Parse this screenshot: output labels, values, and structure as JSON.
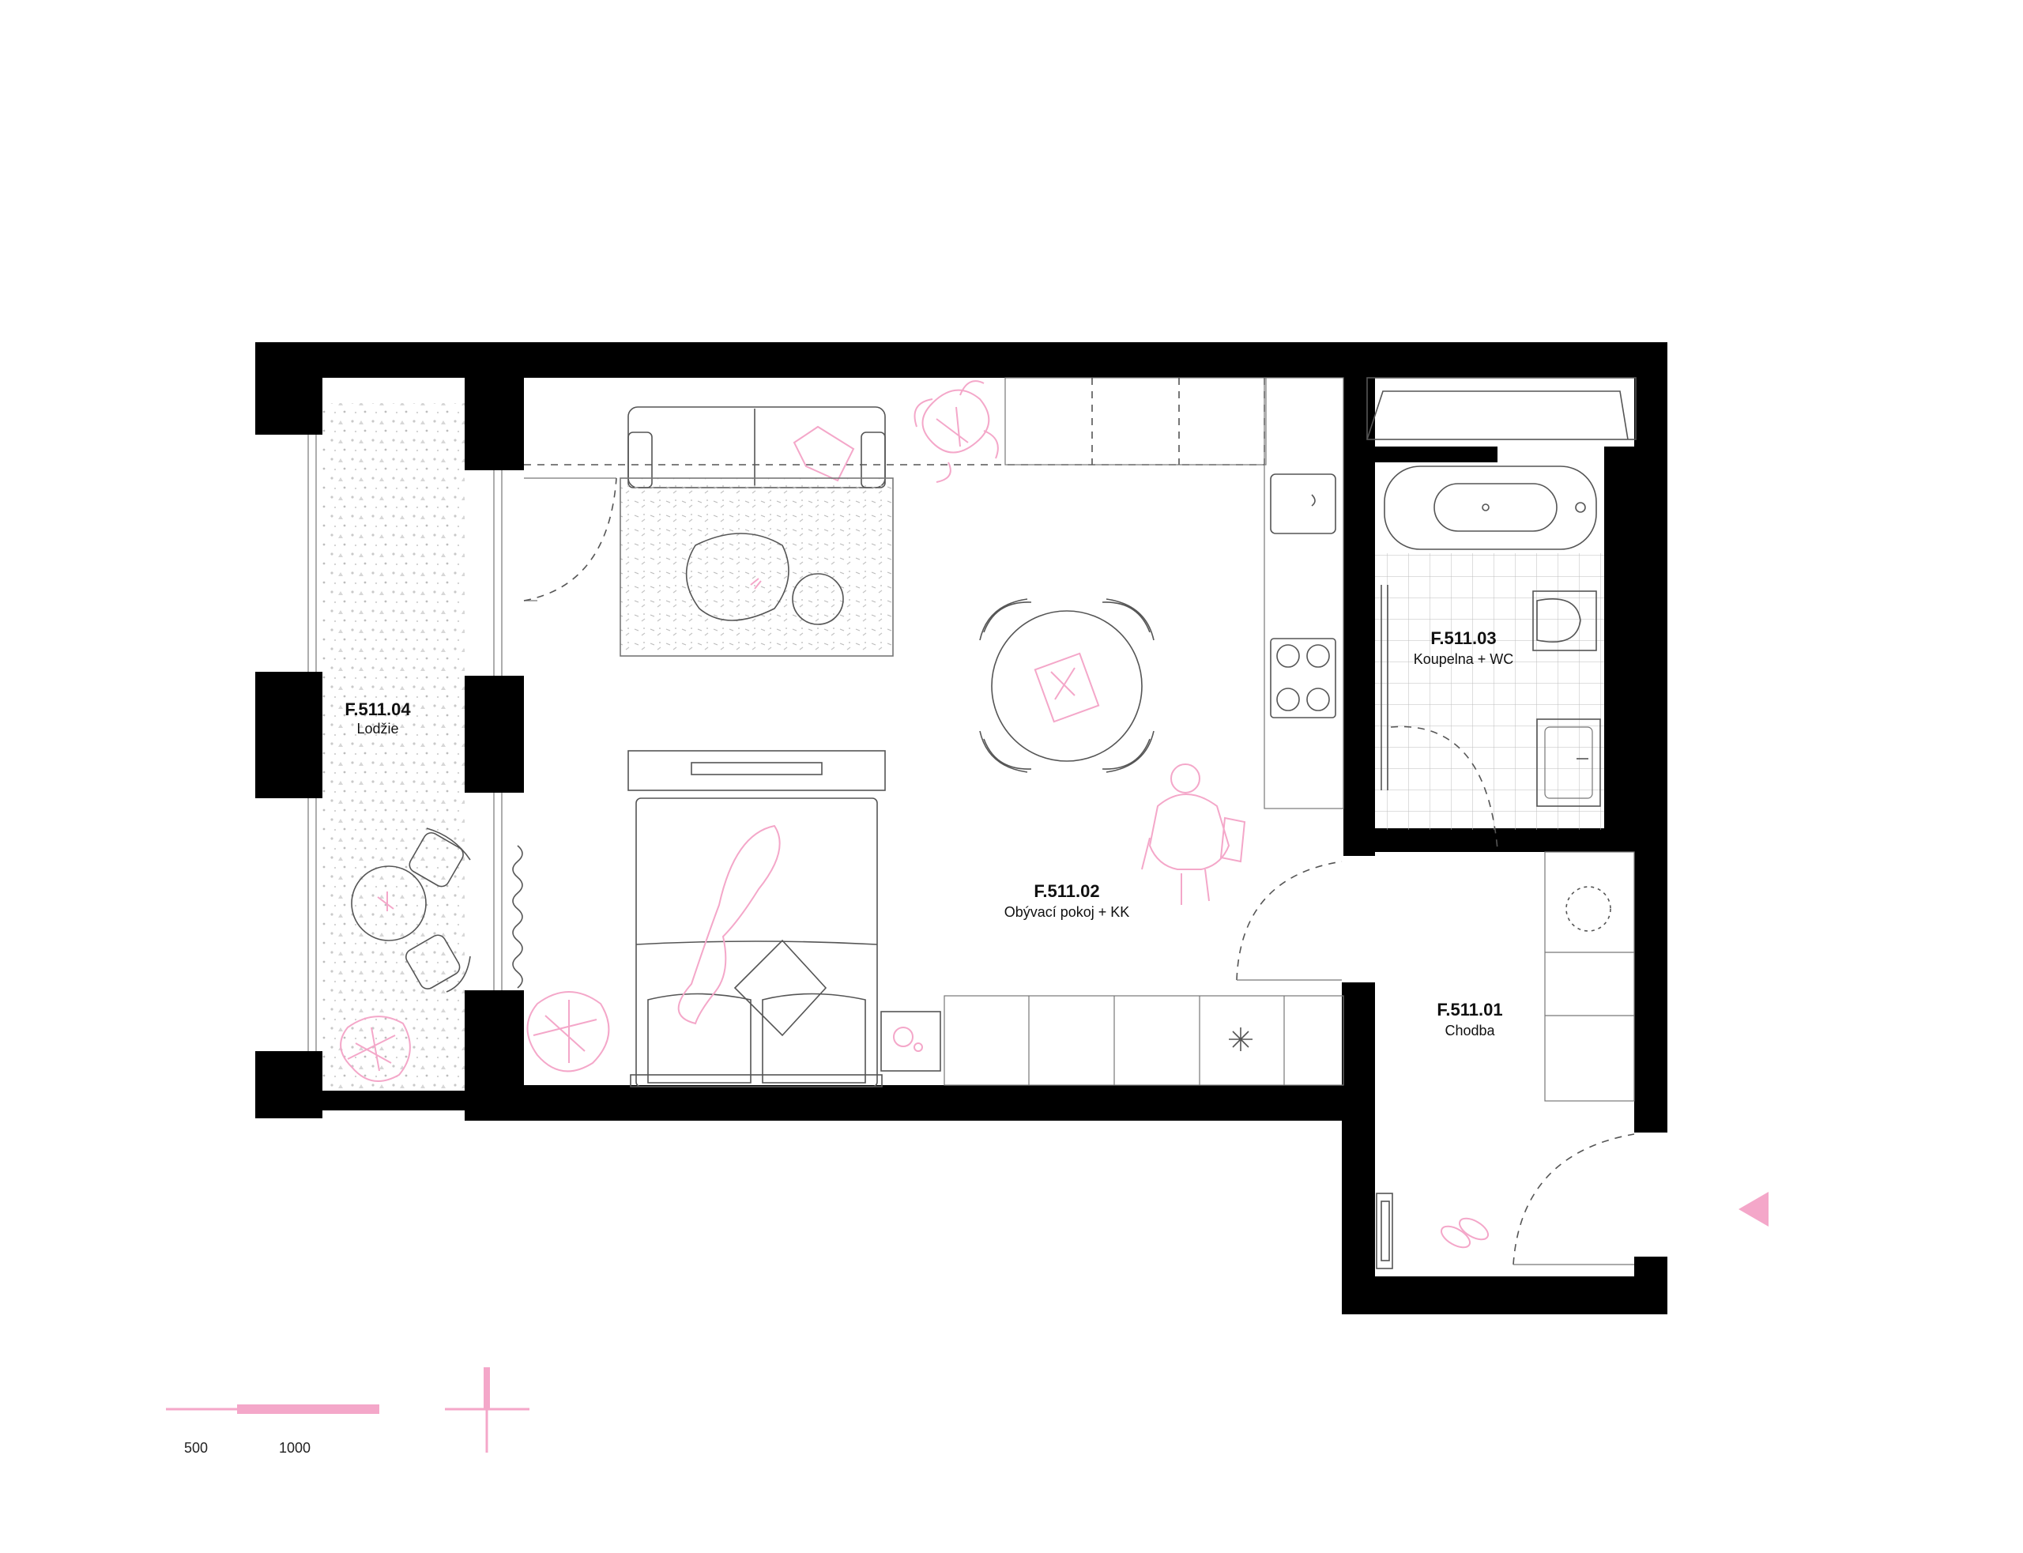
{
  "rooms": [
    {
      "code": "F.511.04",
      "name": "Lodžie"
    },
    {
      "code": "F.511.02",
      "name": "Obývací pokoj + KK"
    },
    {
      "code": "F.511.03",
      "name": "Koupelna + WC"
    },
    {
      "code": "F.511.01",
      "name": "Chodba"
    }
  ],
  "scale": {
    "label_500": "500",
    "label_1000": "1000"
  },
  "colors": {
    "wall": "#000000",
    "accent": "#f4a7c9",
    "line": "#555555"
  },
  "icons": [
    "entrance-arrow-icon",
    "north-cross-icon",
    "plant-icon",
    "person-icon",
    "slippers-icon"
  ]
}
